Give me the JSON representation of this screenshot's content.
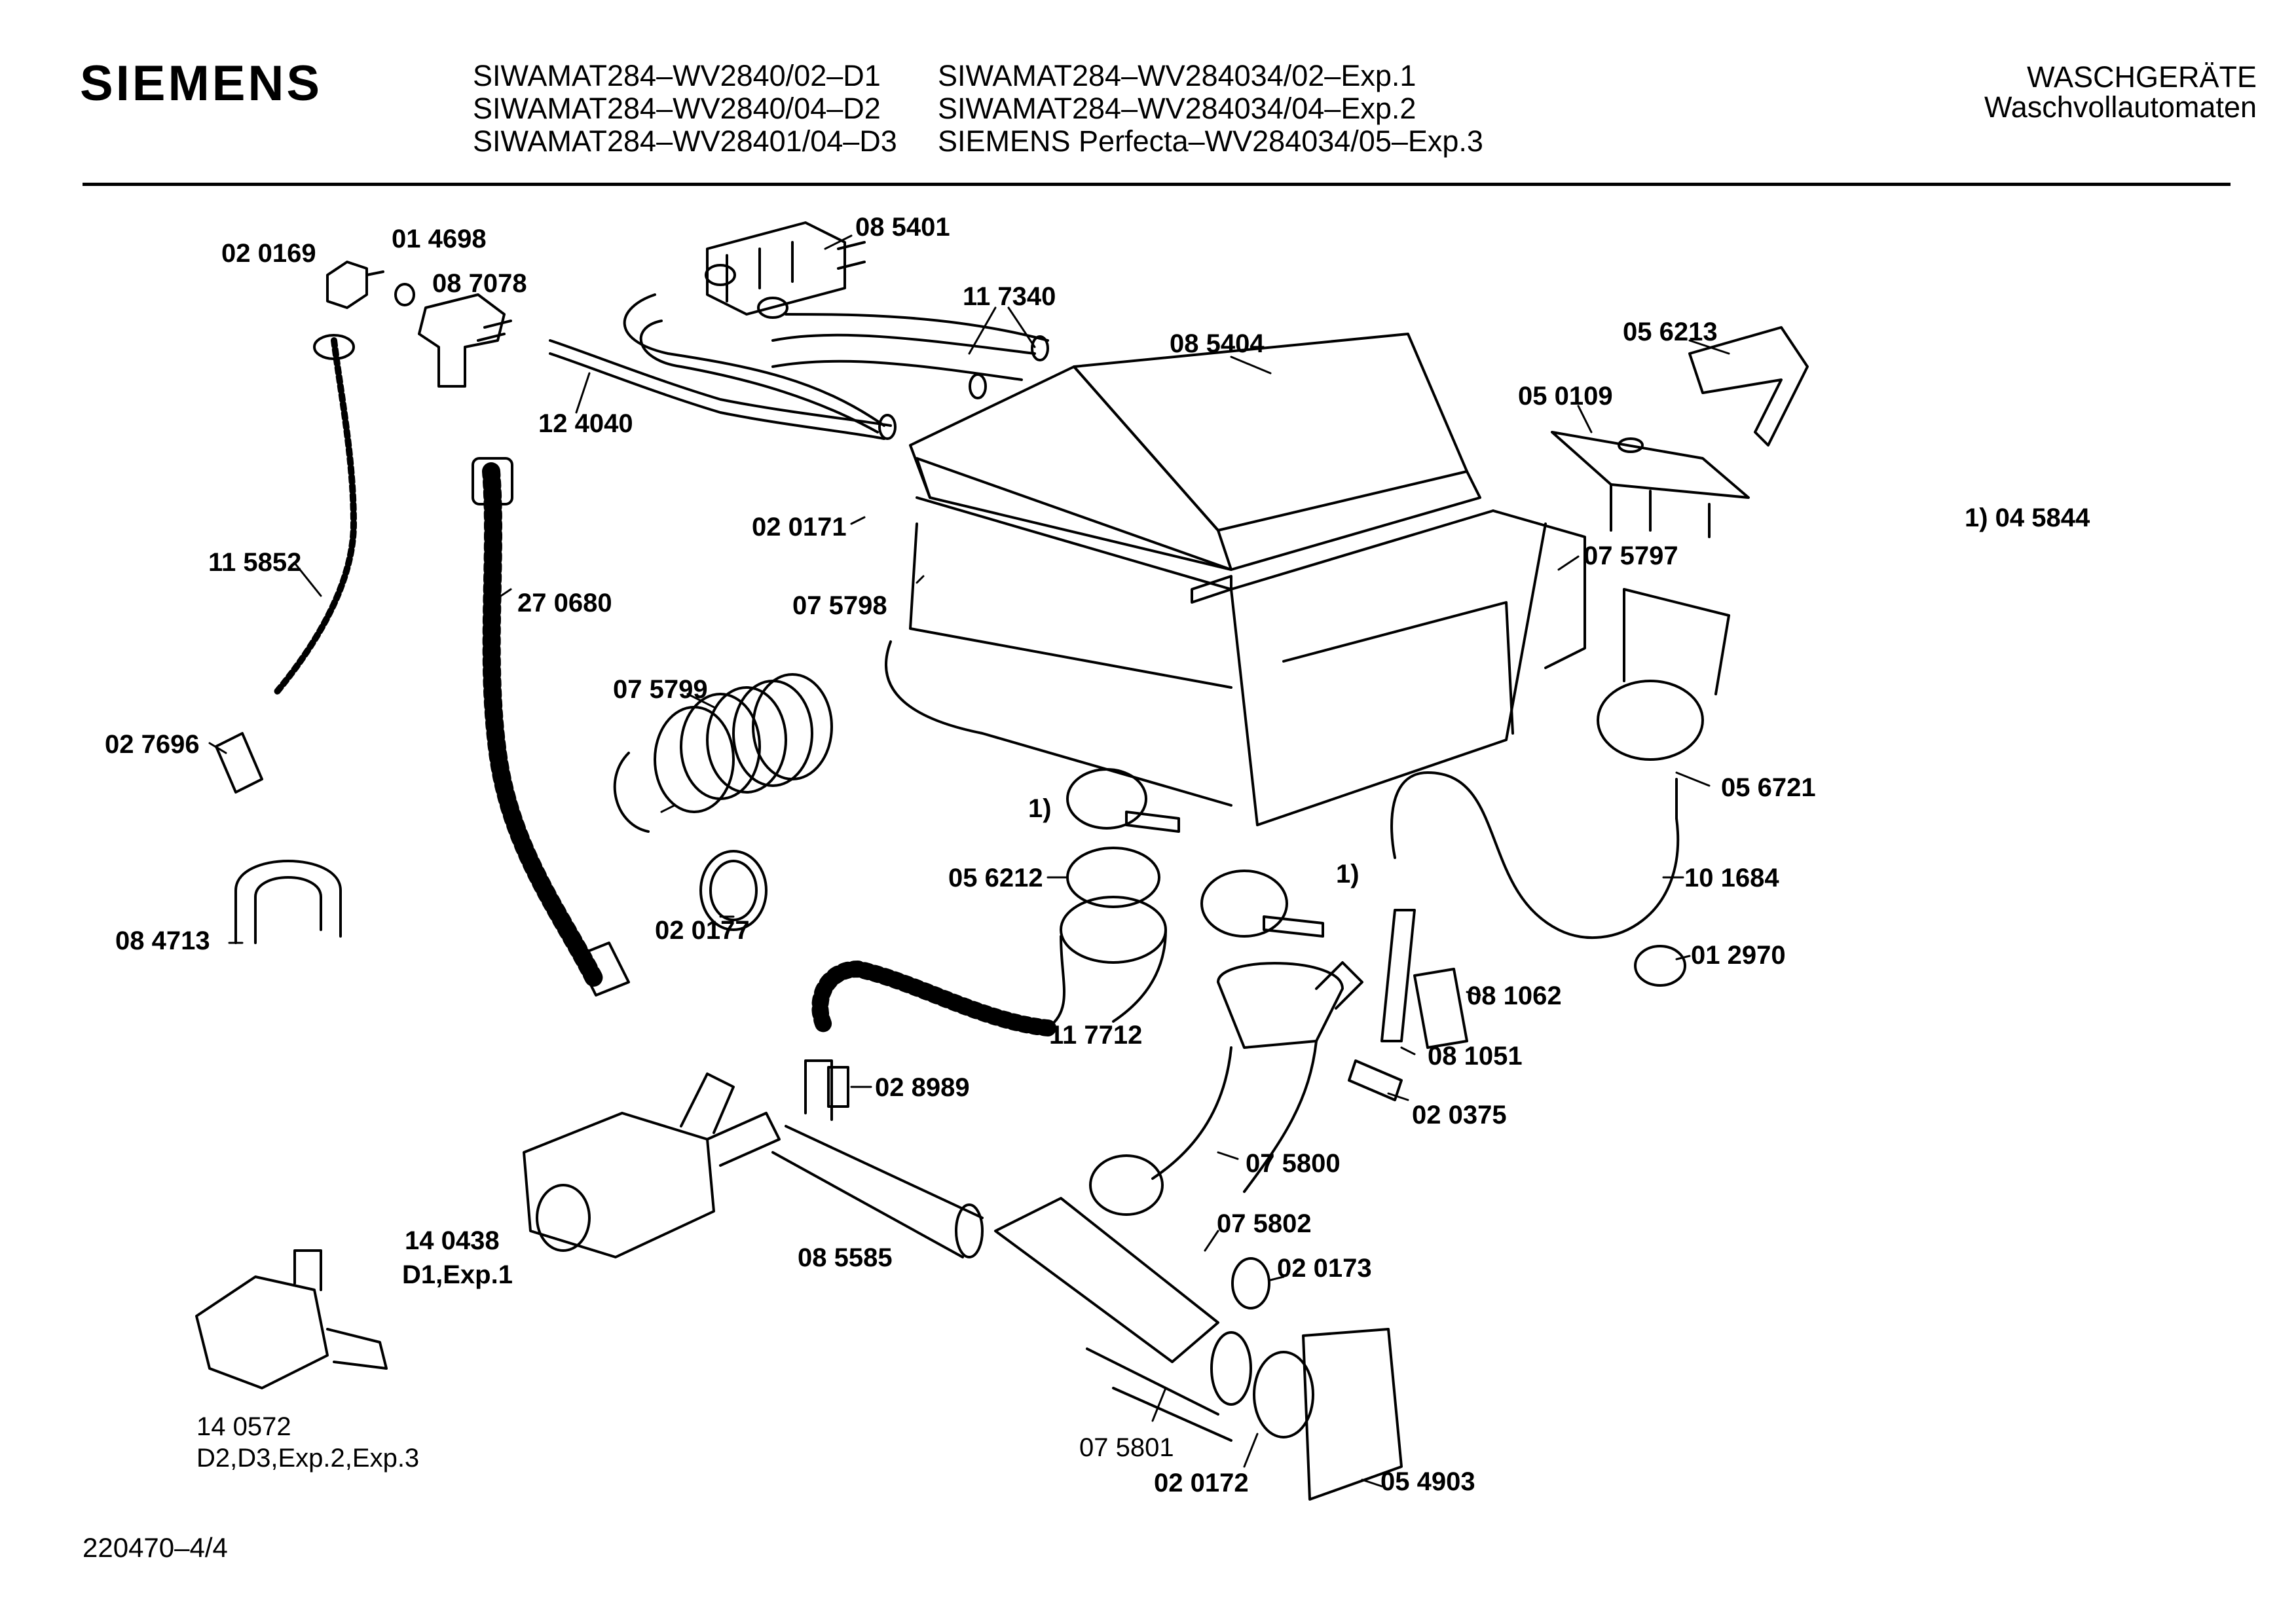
{
  "header": {
    "brand": "SIEMENS",
    "models_left": [
      "SIWAMAT284–WV2840/02–D1",
      "SIWAMAT284–WV2840/04–D2",
      "SIWAMAT284–WV28401/04–D3"
    ],
    "models_right": [
      "SIWAMAT284–WV284034/02–Exp.1",
      "SIWAMAT284–WV284034/04–Exp.2",
      "SIEMENS Perfecta–WV284034/05–Exp.3"
    ],
    "category": "WASCHGERÄTE",
    "subcategory": "Waschvollautomaten"
  },
  "footer": {
    "drawing_id": "220470–4/4"
  },
  "note": "1) 04 5844",
  "parts": [
    {
      "label": "02 0169"
    },
    {
      "label": "01 4698"
    },
    {
      "label": "08 7078"
    },
    {
      "label": "08 5401"
    },
    {
      "label": "11 7340"
    },
    {
      "label": "08 5404"
    },
    {
      "label": "05 6213"
    },
    {
      "label": "05 0109"
    },
    {
      "label": "12 4040"
    },
    {
      "label": "02 0171"
    },
    {
      "label": "07 5797"
    },
    {
      "label": "07 5798"
    },
    {
      "label": "11 5852"
    },
    {
      "label": "27 0680"
    },
    {
      "label": "07 5799"
    },
    {
      "label": "02 7696"
    },
    {
      "label": "05 6721"
    },
    {
      "label": "1)"
    },
    {
      "label": "05 6212"
    },
    {
      "label": "1)"
    },
    {
      "label": "10 1684"
    },
    {
      "label": "02 0177"
    },
    {
      "label": "08 4713"
    },
    {
      "label": "01 2970"
    },
    {
      "label": "08 1062"
    },
    {
      "label": "11 7712"
    },
    {
      "label": "08 1051"
    },
    {
      "label": "02 8989"
    },
    {
      "label": "02 0375"
    },
    {
      "label": "07 5800"
    },
    {
      "label": "14 0438"
    },
    {
      "label": "D1,Exp.1"
    },
    {
      "label": "08 5585"
    },
    {
      "label": "07 5802"
    },
    {
      "label": "02 0173"
    },
    {
      "label": "14 0572"
    },
    {
      "label": "D2,D3,Exp.2,Exp.3"
    },
    {
      "label": "07 5801"
    },
    {
      "label": "02 0172"
    },
    {
      "label": "05 4903"
    }
  ]
}
